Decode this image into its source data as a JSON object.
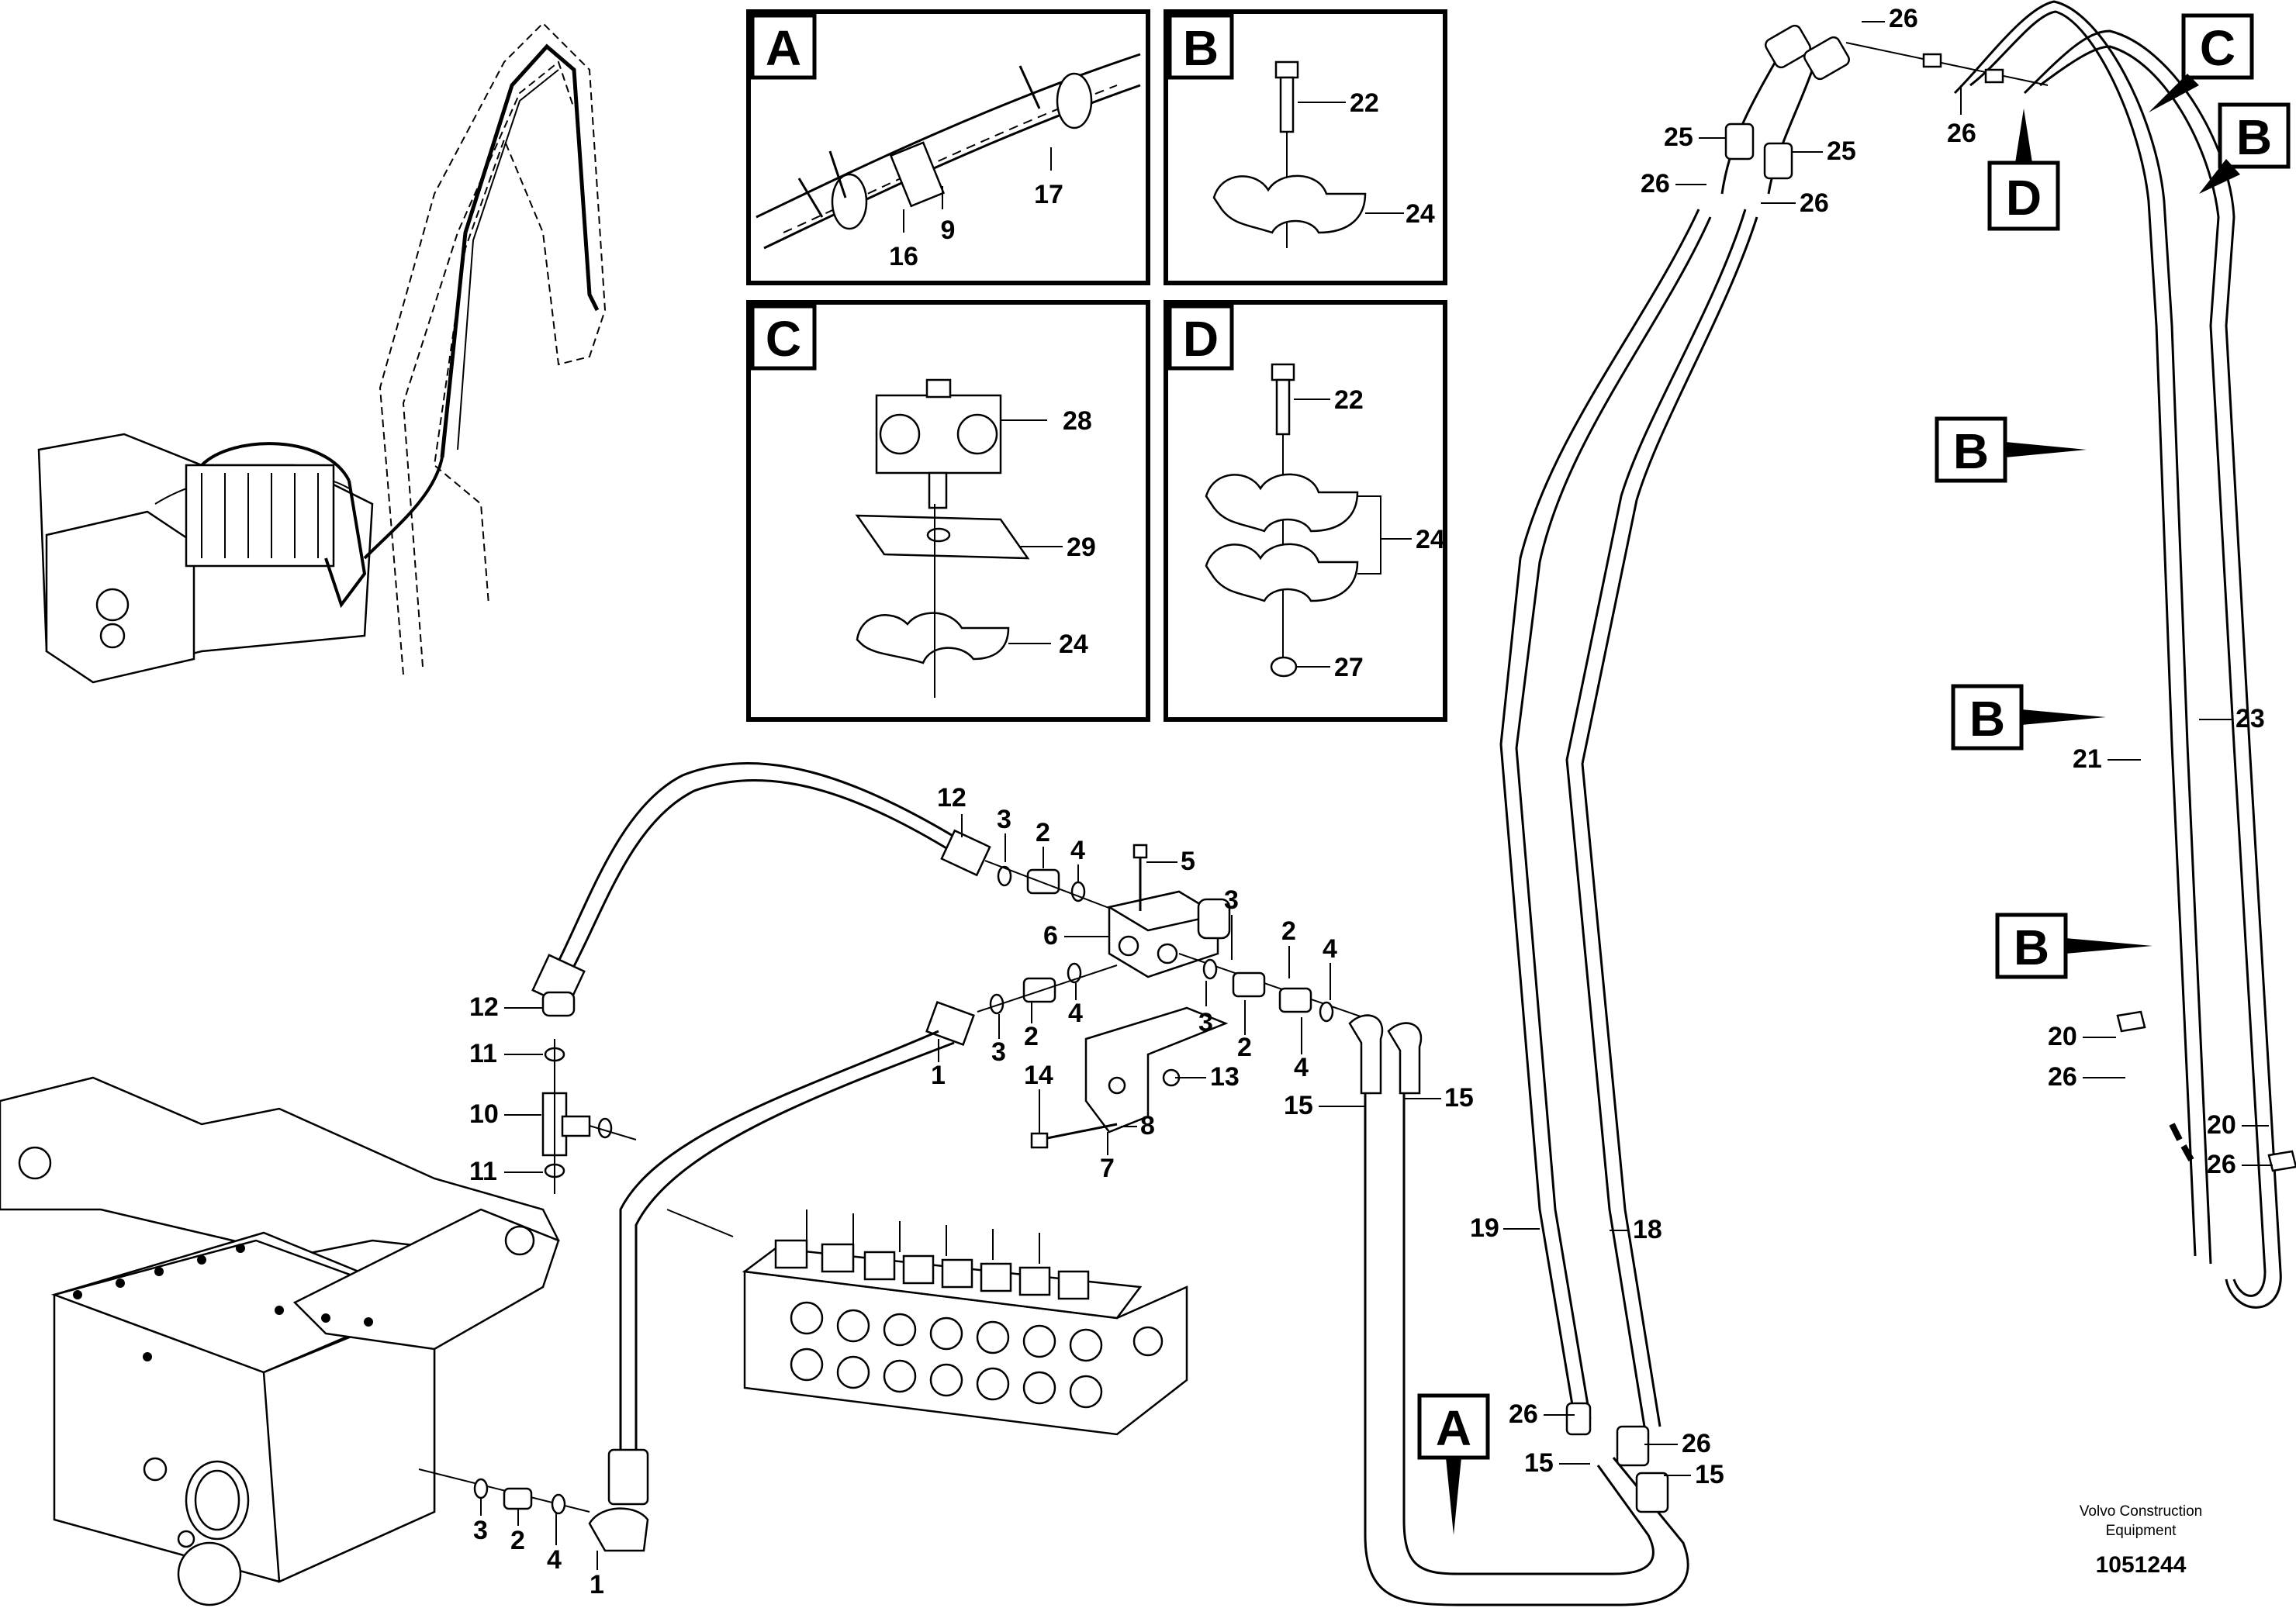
{
  "detail_panels": [
    {
      "letter": "A",
      "labels": [
        "16",
        "9",
        "17"
      ]
    },
    {
      "letter": "B",
      "labels": [
        "22",
        "24"
      ]
    },
    {
      "letter": "C",
      "labels": [
        "28",
        "29",
        "24"
      ]
    },
    {
      "letter": "D",
      "labels": [
        "22",
        "24",
        "27"
      ]
    }
  ],
  "callout_letters": {
    "c": "C",
    "b": "B",
    "d": "D",
    "a": "A"
  },
  "part_numbers": {
    "n1": "1",
    "n2": "2",
    "n3": "3",
    "n4": "4",
    "n5": "5",
    "n6": "6",
    "n7": "7",
    "n8": "8",
    "n10": "10",
    "n11": "11",
    "n12": "12",
    "n13": "13",
    "n14": "14",
    "n15": "15",
    "n18": "18",
    "n19": "19",
    "n20": "20",
    "n21": "21",
    "n23": "23",
    "n25": "25",
    "n26": "26"
  },
  "footer": {
    "brand_line1": "Volvo Construction",
    "brand_line2": "Equipment",
    "drawing_number": "1051244"
  }
}
